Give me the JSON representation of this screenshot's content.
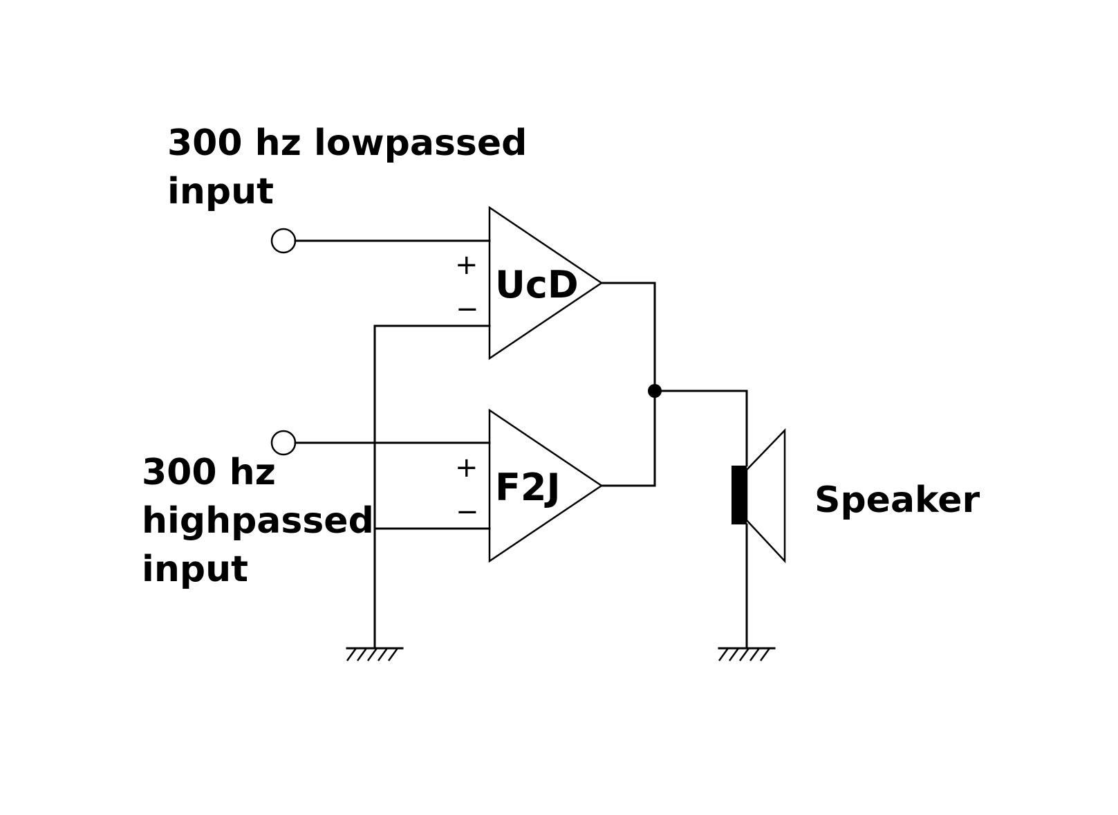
{
  "labels": {
    "lowpass_line1": "300 hz lowpassed",
    "lowpass_line2": "input",
    "highpass_line1": "300 hz",
    "highpass_line2": "highpassed",
    "highpass_line3": "input",
    "amp_top": "UcD",
    "amp_bottom": "F2J",
    "speaker": "Speaker",
    "plus_sign": "+",
    "minus_sign": "−"
  },
  "colors": {
    "line": "#000000",
    "background": "#ffffff"
  }
}
